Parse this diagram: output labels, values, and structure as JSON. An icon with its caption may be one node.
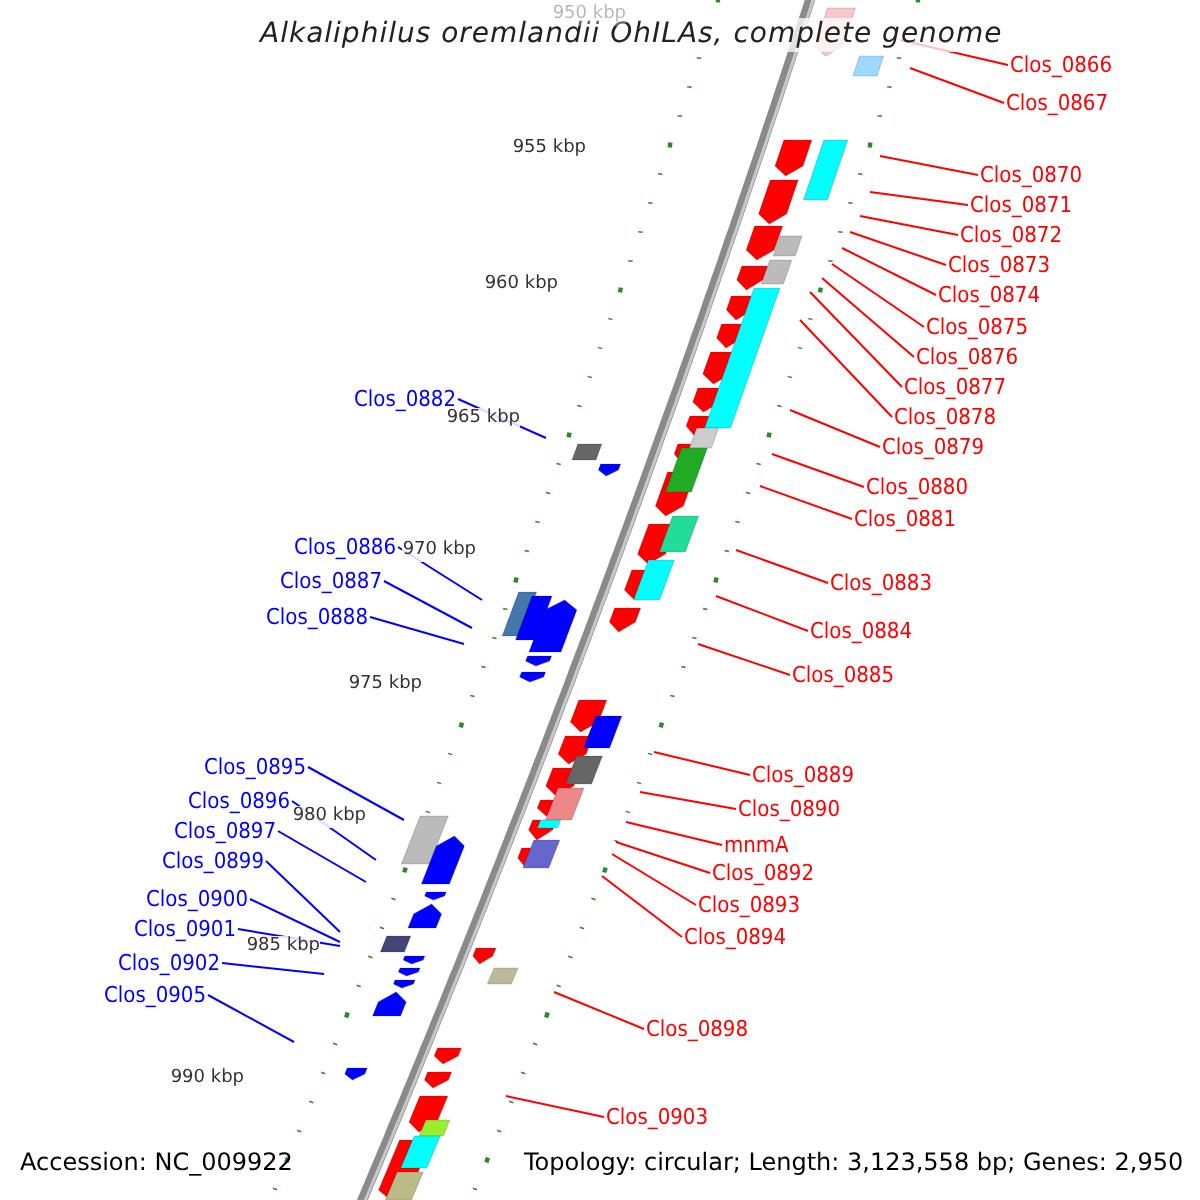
{
  "diagram": {
    "title": "Alkaliphilus oremlandii OhILAs, complete genome",
    "nodes": [
      {
        "text": [
          "Clos_0866"
        ]
      },
      {
        "text": [
          "Clos_0867"
        ]
      },
      {
        "text": [
          "Clos_0870"
        ]
      },
      {
        "text": [
          "Clos_0871"
        ]
      },
      {
        "text": [
          "Clos_0872"
        ]
      },
      {
        "text": [
          "Clos_0873"
        ]
      },
      {
        "text": [
          "Clos_0874"
        ]
      },
      {
        "text": [
          "Clos_0875"
        ]
      },
      {
        "text": [
          "Clos_0876"
        ]
      },
      {
        "text": [
          "Clos_0877"
        ]
      },
      {
        "text": [
          "Clos_0878"
        ]
      },
      {
        "text": [
          "Clos_0879"
        ]
      },
      {
        "text": [
          "Clos_0880"
        ]
      },
      {
        "text": [
          "Clos_0881"
        ]
      },
      {
        "text": [
          "Clos_0882"
        ]
      },
      {
        "text": [
          "Clos_0883"
        ]
      },
      {
        "text": [
          "Clos_0884"
        ]
      },
      {
        "text": [
          "Clos_0885"
        ]
      },
      {
        "text": [
          "Clos_0886"
        ]
      },
      {
        "text": [
          "Clos_0887"
        ]
      },
      {
        "text": [
          "Clos_0888"
        ]
      },
      {
        "text": [
          "Clos_0889"
        ]
      },
      {
        "text": [
          "Clos_0890"
        ]
      },
      {
        "text": [
          "mnmA"
        ]
      },
      {
        "text": [
          "Clos_0892"
        ]
      },
      {
        "text": [
          "Clos_0893"
        ]
      },
      {
        "text": [
          "Clos_0894"
        ]
      },
      {
        "text": [
          "Clos_0895"
        ]
      },
      {
        "text": [
          "Clos_0896"
        ]
      },
      {
        "text": [
          "Clos_0897"
        ]
      },
      {
        "text": [
          "Clos_0898"
        ]
      },
      {
        "text": [
          "Clos_0899"
        ]
      },
      {
        "text": [
          "Clos_0900"
        ]
      },
      {
        "text": [
          "Clos_0901"
        ]
      },
      {
        "text": [
          "Clos_0902"
        ]
      },
      {
        "text": [
          "Clos_0903"
        ]
      },
      {
        "text": [
          "Clos_0905"
        ]
      }
    ],
    "edges": [
      {
        "from": 0,
        "to": null,
        "arrow": "none"
      },
      {
        "from": 1,
        "to": null,
        "arrow": "none"
      },
      {
        "from": 2,
        "to": null,
        "arrow": "none"
      },
      {
        "from": 3,
        "to": null,
        "arrow": "none"
      },
      {
        "from": 4,
        "to": null,
        "arrow": "none"
      },
      {
        "from": 5,
        "to": null,
        "arrow": "none"
      },
      {
        "from": 6,
        "to": null,
        "arrow": "none"
      },
      {
        "from": 7,
        "to": null,
        "arrow": "none"
      },
      {
        "from": 8,
        "to": null,
        "arrow": "none"
      },
      {
        "from": 9,
        "to": null,
        "arrow": "none"
      },
      {
        "from": 10,
        "to": null,
        "arrow": "none"
      },
      {
        "from": 11,
        "to": null,
        "arrow": "none"
      },
      {
        "from": 12,
        "to": null,
        "arrow": "none"
      },
      {
        "from": 13,
        "to": null,
        "arrow": "none"
      },
      {
        "from": 14,
        "to": null,
        "arrow": "none",
        "color": "#0000ff"
      },
      {
        "from": 15,
        "to": null,
        "arrow": "none"
      },
      {
        "from": 16,
        "to": null,
        "arrow": "none"
      },
      {
        "from": 17,
        "to": null,
        "arrow": "none"
      },
      {
        "from": 18,
        "to": null,
        "arrow": "none",
        "color": "#0000ff"
      },
      {
        "from": 19,
        "to": null,
        "arrow": "none",
        "color": "#0000ff"
      },
      {
        "from": 20,
        "to": null,
        "arrow": "none",
        "color": "#0000ff"
      },
      {
        "from": 21,
        "to": null,
        "arrow": "none"
      },
      {
        "from": 22,
        "to": null,
        "arrow": "none"
      },
      {
        "from": 23,
        "to": null,
        "arrow": "none"
      },
      {
        "from": 24,
        "to": null,
        "arrow": "none"
      },
      {
        "from": 25,
        "to": null,
        "arrow": "none"
      },
      {
        "from": 26,
        "to": null,
        "arrow": "none"
      },
      {
        "from": 27,
        "to": null,
        "arrow": "none",
        "color": "#0000ff"
      },
      {
        "from": 28,
        "to": null,
        "arrow": "none",
        "color": "#0000ff"
      },
      {
        "from": 29,
        "to": null,
        "arrow": "none",
        "color": "#0000ff"
      },
      {
        "from": 30,
        "to": null,
        "arrow": "none"
      },
      {
        "from": 31,
        "to": null,
        "arrow": "none",
        "color": "#0000ff"
      },
      {
        "from": 32,
        "to": null,
        "arrow": "none",
        "color": "#0000ff"
      },
      {
        "from": 33,
        "to": null,
        "arrow": "none",
        "color": "#0000ff"
      },
      {
        "from": 34,
        "to": null,
        "arrow": "none",
        "color": "#0000ff"
      },
      {
        "from": 35,
        "to": null,
        "arrow": "none"
      },
      {
        "from": 36,
        "to": null,
        "arrow": "none",
        "color": "#0000ff"
      }
    ],
    "labels": [
      "950 kbp",
      "955 kbp",
      "960 kbp",
      "965 kbp",
      "970 kbp",
      "975 kbp",
      "980 kbp",
      "985 kbp",
      "990 kbp",
      "Accession: NC_009922",
      "Topology: circular; Length: 3,123,558 bp; Genes: 2,950"
    ]
  }
}
